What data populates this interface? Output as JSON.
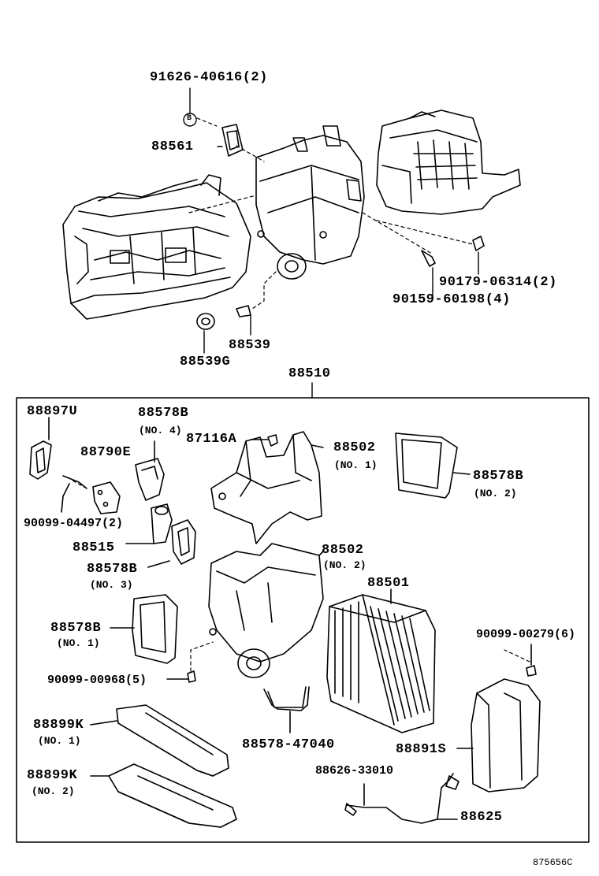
{
  "diagram": {
    "labels": {
      "p91626": "91626-40616(2)",
      "p88561": "88561",
      "p90179": "90179-06314(2)",
      "p90159": "90159-60198(4)",
      "p88539": "88539",
      "p88539g": "88539G",
      "p88510": "88510",
      "p88897u": "88897U",
      "p88578b_top": "88578B",
      "no4": "(NO. 4)",
      "p87116a": "87116A",
      "p88502_a": "88502",
      "no1_a": "(NO. 1)",
      "p88578b_r": "88578B",
      "no2_a": "(NO. 2)",
      "p88790e": "88790E",
      "p90099_04497": "90099-04497(2)",
      "p88515": "88515",
      "p88578b_3": "88578B",
      "no3": "(NO. 3)",
      "p88502_b": "88502",
      "no2_b": "(NO. 2)",
      "p88501": "88501",
      "p88578b_1": "88578B",
      "no1_b": "(NO. 1)",
      "p90099_00279": "90099-00279(6)",
      "p90099_00968": "90099-00968(5)",
      "p88899k_1": "88899K",
      "no1_c": "(NO. 1)",
      "p88578_47040": "88578-47040",
      "p88891s": "88891S",
      "p88626": "88626-33010",
      "p88899k_2": "88899K",
      "no2_c": "(NO. 2)",
      "p88625": "88625",
      "code": "875656C"
    },
    "callout": "B"
  }
}
